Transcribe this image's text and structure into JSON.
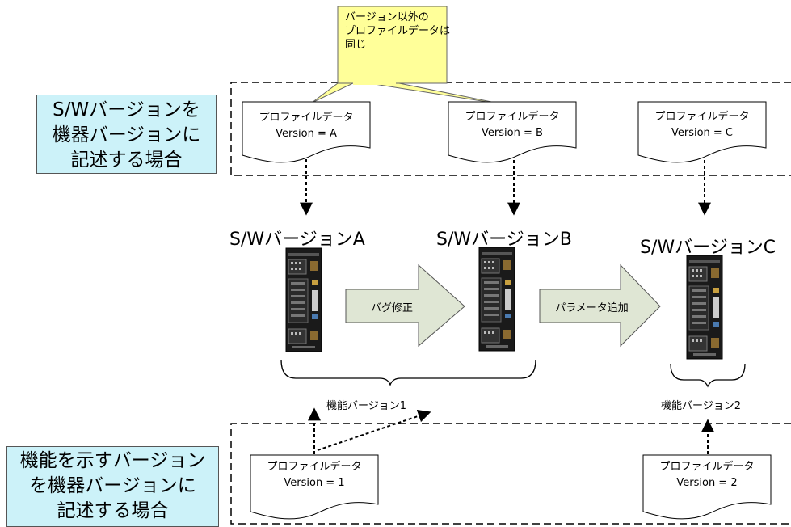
{
  "callout": {
    "line1": "バージョン以外の",
    "line2": "プロファイルデータは",
    "line3": "同じ"
  },
  "top_box": {
    "line1": "S/Wバージョンを",
    "line2": "機器バージョンに",
    "line3": "記述する場合"
  },
  "bottom_box": {
    "line1": "機能を示すバージョン",
    "line2": "を機器バージョンに",
    "line3": "記述する場合"
  },
  "docs": [
    {
      "title": "プロファイルデータ",
      "version": "Version = A"
    },
    {
      "title": "プロファイルデータ",
      "version": "Version = B"
    },
    {
      "title": "プロファイルデータ",
      "version": "Version = C"
    },
    {
      "title": "プロファイルデータ",
      "version": "Version = 1"
    },
    {
      "title": "プロファイルデータ",
      "version": "Version = 2"
    }
  ],
  "versions": {
    "a": "S/WバージョンA",
    "b": "S/WバージョンB",
    "c": "S/WバージョンC"
  },
  "arrows": {
    "bugfix": "バグ修正",
    "param_add": "パラメータ追加"
  },
  "function_versions": {
    "v1": "機能バージョン1",
    "v2": "機能バージョン2"
  },
  "colors": {
    "callout_fill": "#ffff99",
    "box_fill": "#ccf2f9",
    "arrow_fill": "#dfe6d4",
    "device_body": "#1a1a1a"
  }
}
